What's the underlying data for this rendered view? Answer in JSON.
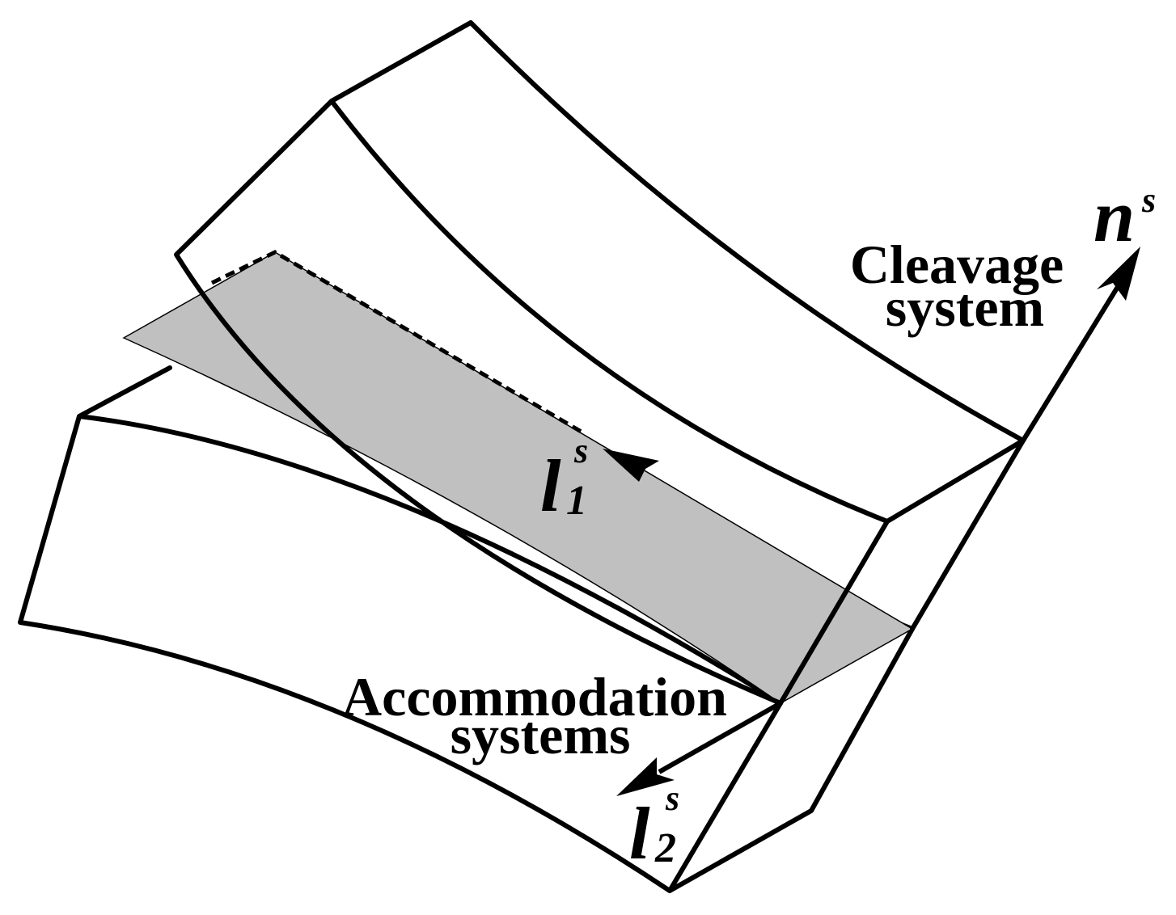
{
  "labels": {
    "cleavage_line1": "Cleavage",
    "cleavage_line2": "system",
    "accommodation_line1": "Accommodation",
    "accommodation_line2": "systems",
    "n_base": "n",
    "n_sup": "s",
    "l1_base": "l",
    "l1_sup": "s",
    "l1_sub": "1",
    "l2_base": "l",
    "l2_sup": "s",
    "l2_sub": "2"
  },
  "colors": {
    "cleavage_plane_fill": "#c0c0c0",
    "line": "#000000",
    "background": "#ffffff"
  }
}
